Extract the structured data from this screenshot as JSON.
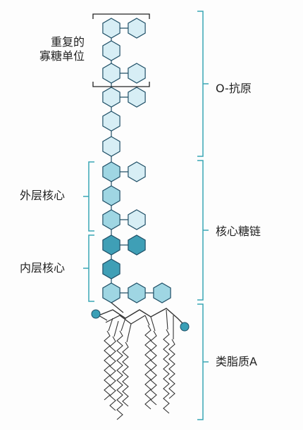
{
  "labels": {
    "repeat_line1": "重复的",
    "repeat_line2": "寡糖单位",
    "outer_core": "外层核心",
    "inner_core": "内层核心",
    "o_antigen": "O-抗原",
    "core_polysaccharide": "核心糖链",
    "lipid_a": "类脂质A"
  },
  "colors": {
    "bracket": "#3aa6b5",
    "hex_stroke": "#1f4f66",
    "hex_light": "#d7eef5",
    "hex_mid": "#9fd6e3",
    "hex_dark": "#3f9fb6",
    "phosphate": "#3a9fb6",
    "lipid": "#333333",
    "text": "#222222"
  }
}
